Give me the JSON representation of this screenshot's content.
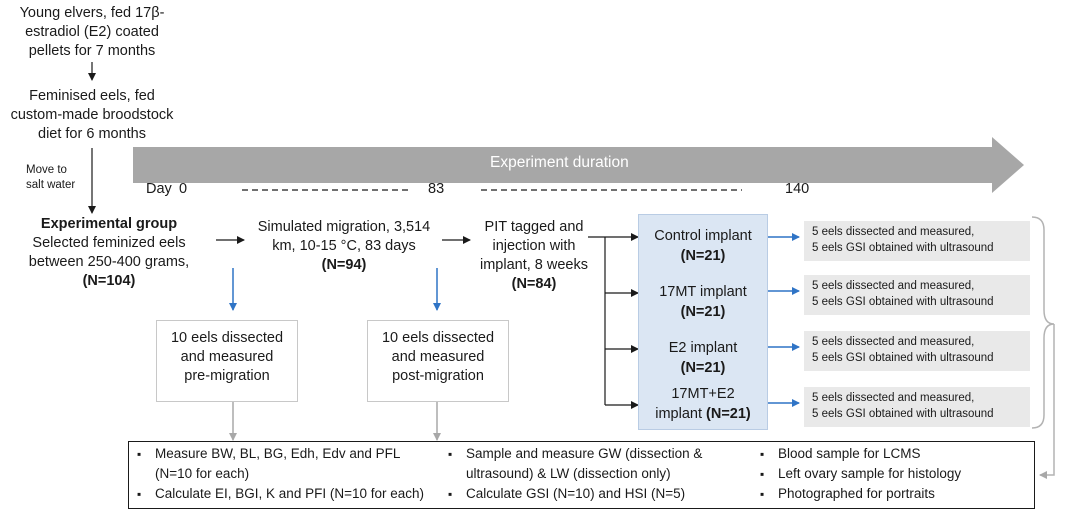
{
  "intro": {
    "step1": [
      "Young elvers, fed 17β-",
      "estradiol (E2) coated",
      "pellets for 7 months"
    ],
    "step2": [
      "Feminised eels, fed",
      "custom-made broodstock",
      "diet for 6 months"
    ],
    "move": [
      "Move to",
      "salt water"
    ]
  },
  "timeline": {
    "label": "Experiment duration",
    "day_label": "Day",
    "day0": "0",
    "day83": "83",
    "day140": "140"
  },
  "group": {
    "title": "Experimental group",
    "lines": [
      "Selected feminized eels",
      "between 250-400 grams,"
    ],
    "n": "(N=104)"
  },
  "migration": {
    "lines": [
      "Simulated migration, 3,514",
      "km, 10-15 °C, 83 days"
    ],
    "n": "(N=94)"
  },
  "pit": {
    "lines": [
      "PIT tagged and",
      "injection with",
      "implant,  8 weeks"
    ],
    "n": "(N=84)"
  },
  "pre": [
    "10 eels dissected",
    "and measured",
    "pre-migration"
  ],
  "post": [
    "10 eels dissected",
    "and measured",
    "post-migration"
  ],
  "implants": [
    {
      "name": "Control implant",
      "n": "(N=21)"
    },
    {
      "name": "17MT implant",
      "n": "(N=21)"
    },
    {
      "name": "E2 implant",
      "n": "(N=21)"
    },
    {
      "name": "17MT+E2",
      "name2": "implant",
      "n": "(N=21)"
    }
  ],
  "result_box": [
    "5 eels dissected and measured,",
    "5 eels GSI obtained with ultrasound"
  ],
  "bottom": {
    "col1": [
      "Measure BW, BL, BG, Edh, Edv and PFL",
      "(N=10 for each)",
      "Calculate EI, BGI, K and PFI (N=10 for each)"
    ],
    "col2": [
      "Sample and measure GW (dissection &",
      "ultrasound) & LW (dissection only)",
      "Calculate GSI (N=10) and HSI (N=5)"
    ],
    "col3": [
      "Blood sample for LCMS",
      "Left ovary sample for histology",
      "Photographed for portraits"
    ]
  }
}
